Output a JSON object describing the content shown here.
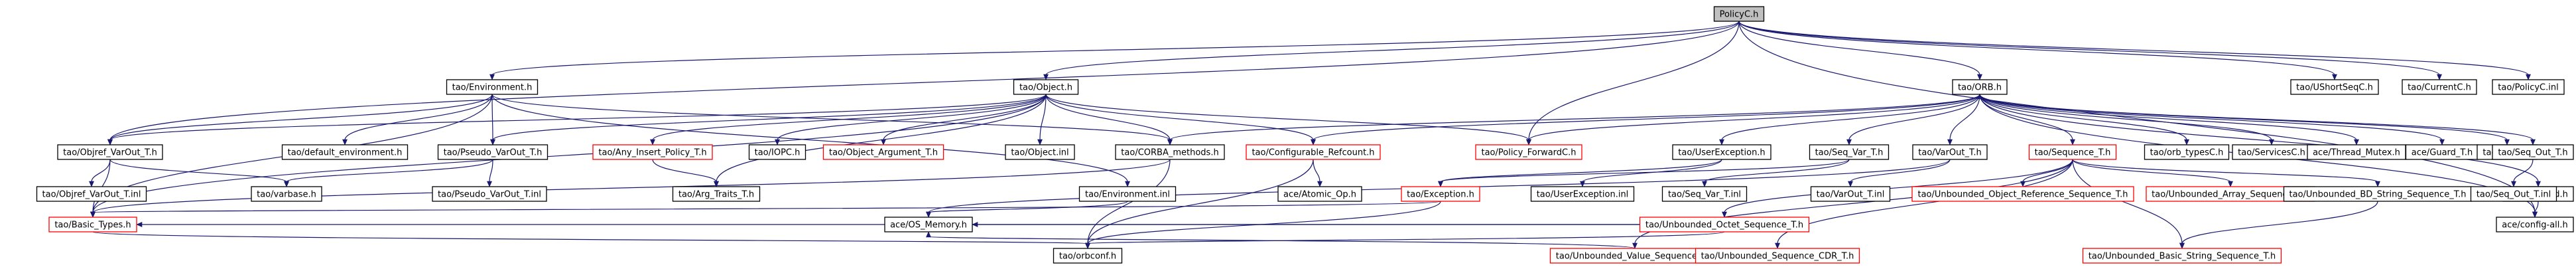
{
  "graph": {
    "colors": {
      "edge": "#191970",
      "root_fill": "#bfbfbf",
      "root_stroke": "#000000",
      "normal_stroke": "#000000",
      "highlight_stroke": "#ff0000",
      "node_fill": "#ffffff"
    },
    "nodes": [
      {
        "id": "PolicyC.h",
        "label": "PolicyC.h",
        "kind": "root"
      },
      {
        "id": "Environment.h",
        "label": "tao/Environment.h",
        "kind": "normal"
      },
      {
        "id": "Object.h",
        "label": "tao/Object.h",
        "kind": "normal"
      },
      {
        "id": "ORB.h",
        "label": "tao/ORB.h",
        "kind": "normal"
      },
      {
        "id": "UShortSeqC.h",
        "label": "tao/UShortSeqC.h",
        "kind": "normal"
      },
      {
        "id": "CurrentC.h",
        "label": "tao/CurrentC.h",
        "kind": "normal"
      },
      {
        "id": "PolicyC.inl",
        "label": "tao/PolicyC.inl",
        "kind": "normal"
      },
      {
        "id": "Objref_VarOut_T.h",
        "label": "tao/Objref_VarOut_T.h",
        "kind": "normal"
      },
      {
        "id": "default_environment.h",
        "label": "tao/default_environment.h",
        "kind": "normal"
      },
      {
        "id": "Pseudo_VarOut_T.h",
        "label": "tao/Pseudo_VarOut_T.h",
        "kind": "normal"
      },
      {
        "id": "Any_Insert_Policy_T.h",
        "label": "tao/Any_Insert_Policy_T.h",
        "kind": "highlight"
      },
      {
        "id": "IOPC.h",
        "label": "tao/IOPC.h",
        "kind": "normal"
      },
      {
        "id": "Object_Argument_T.h",
        "label": "tao/Object_Argument_T.h",
        "kind": "highlight"
      },
      {
        "id": "Object.inl",
        "label": "tao/Object.inl",
        "kind": "normal"
      },
      {
        "id": "CORBA_methods.h",
        "label": "tao/CORBA_methods.h",
        "kind": "normal"
      },
      {
        "id": "Configurable_Refcount.h",
        "label": "tao/Configurable_Refcount.h",
        "kind": "highlight"
      },
      {
        "id": "Policy_ForwardC.h",
        "label": "tao/Policy_ForwardC.h",
        "kind": "highlight"
      },
      {
        "id": "UserException.h",
        "label": "tao/UserException.h",
        "kind": "normal"
      },
      {
        "id": "Seq_Var_T.h",
        "label": "tao/Seq_Var_T.h",
        "kind": "normal"
      },
      {
        "id": "VarOut_T.h",
        "label": "tao/VarOut_T.h",
        "kind": "normal"
      },
      {
        "id": "Sequence_T.h",
        "label": "tao/Sequence_T.h",
        "kind": "highlight"
      },
      {
        "id": "orb_typesC.h",
        "label": "tao/orb_typesC.h",
        "kind": "normal"
      },
      {
        "id": "ServicesC.h",
        "label": "tao/ServicesC.h",
        "kind": "normal"
      },
      {
        "id": "Thread_Mutex.h",
        "label": "ace/Thread_Mutex.h",
        "kind": "normal"
      },
      {
        "id": "Guard_T.h",
        "label": "ace/Guard_T.h",
        "kind": "normal"
      },
      {
        "id": "ORB.inl",
        "label": "tao/ORB.inl",
        "kind": "normal"
      },
      {
        "id": "Seq_Out_T.h",
        "label": "tao/Seq_Out_T.h",
        "kind": "normal"
      },
      {
        "id": "objectid.h",
        "label": "tao/objectid.h",
        "kind": "normal"
      },
      {
        "id": "config-all.h",
        "label": "ace/config-all.h",
        "kind": "normal"
      },
      {
        "id": "Objref_VarOut_T.inl",
        "label": "tao/Objref_VarOut_T.inl",
        "kind": "normal"
      },
      {
        "id": "varbase.h",
        "label": "tao/varbase.h",
        "kind": "normal"
      },
      {
        "id": "Pseudo_VarOut_T.inl",
        "label": "tao/Pseudo_VarOut_T.inl",
        "kind": "normal"
      },
      {
        "id": "Arg_Traits_T.h",
        "label": "tao/Arg_Traits_T.h",
        "kind": "normal"
      },
      {
        "id": "Environment.inl",
        "label": "tao/Environment.inl",
        "kind": "normal"
      },
      {
        "id": "Atomic_Op.h",
        "label": "ace/Atomic_Op.h",
        "kind": "normal"
      },
      {
        "id": "Exception.h",
        "label": "tao/Exception.h",
        "kind": "highlight"
      },
      {
        "id": "UserException.inl",
        "label": "tao/UserException.inl",
        "kind": "normal"
      },
      {
        "id": "Seq_Var_T.inl",
        "label": "tao/Seq_Var_T.inl",
        "kind": "normal"
      },
      {
        "id": "VarOut_T.inl",
        "label": "tao/VarOut_T.inl",
        "kind": "normal"
      },
      {
        "id": "Unbounded_Object_Reference_Sequence_T.h",
        "label": "tao/Unbounded_Object_Reference_Sequence_T.h",
        "kind": "highlight"
      },
      {
        "id": "Unbounded_Array_Sequence_T.h",
        "label": "tao/Unbounded_Array_Sequence_T.h",
        "kind": "highlight"
      },
      {
        "id": "Unbounded_BD_String_Sequence_T.h",
        "label": "tao/Unbounded_BD_String_Sequence_T.h",
        "kind": "normal"
      },
      {
        "id": "Seq_Out_T.inl",
        "label": "tao/Seq_Out_T.inl",
        "kind": "normal"
      },
      {
        "id": "Unbounded_Octet_Sequence_T.h",
        "label": "tao/Unbounded_Octet_Sequence_T.h",
        "kind": "highlight"
      },
      {
        "id": "Basic_Types.h",
        "label": "tao/Basic_Types.h",
        "kind": "highlight"
      },
      {
        "id": "OS_Memory.h",
        "label": "ace/OS_Memory.h",
        "kind": "normal"
      },
      {
        "id": "Unbounded_Value_Sequence_T.h",
        "label": "tao/Unbounded_Value_Sequence_T.h",
        "kind": "highlight"
      },
      {
        "id": "Unbounded_Sequence_CDR_T.h",
        "label": "tao/Unbounded_Sequence_CDR_T.h",
        "kind": "highlight"
      },
      {
        "id": "Unbounded_Basic_String_Sequence_T.h",
        "label": "tao/Unbounded_Basic_String_Sequence_T.h",
        "kind": "highlight"
      },
      {
        "id": "orbconf.h",
        "label": "tao/orbconf.h",
        "kind": "normal"
      }
    ],
    "edges": [
      [
        "PolicyC.h",
        "Environment.h"
      ],
      [
        "PolicyC.h",
        "Object.h"
      ],
      [
        "PolicyC.h",
        "ORB.h"
      ],
      [
        "PolicyC.h",
        "UShortSeqC.h"
      ],
      [
        "PolicyC.h",
        "CurrentC.h"
      ],
      [
        "PolicyC.h",
        "PolicyC.inl"
      ],
      [
        "PolicyC.h",
        "Objref_VarOut_T.h"
      ],
      [
        "PolicyC.h",
        "Policy_ForwardC.h"
      ],
      [
        "PolicyC.h",
        "config-all.h"
      ],
      [
        "Environment.h",
        "Pseudo_VarOut_T.h"
      ],
      [
        "Environment.h",
        "default_environment.h"
      ],
      [
        "Environment.h",
        "CORBA_methods.h"
      ],
      [
        "Environment.h",
        "Environment.inl"
      ],
      [
        "Environment.h",
        "Basic_Types.h"
      ],
      [
        "Environment.h",
        "Objref_VarOut_T.h"
      ],
      [
        "Object.h",
        "IOPC.h"
      ],
      [
        "Object.h",
        "Any_Insert_Policy_T.h"
      ],
      [
        "Object.h",
        "Object_Argument_T.h"
      ],
      [
        "Object.h",
        "Object.inl"
      ],
      [
        "Object.h",
        "CORBA_methods.h"
      ],
      [
        "Object.h",
        "Configurable_Refcount.h"
      ],
      [
        "Object.h",
        "Policy_ForwardC.h"
      ],
      [
        "Object.h",
        "Pseudo_VarOut_T.h"
      ],
      [
        "Object.h",
        "Objref_VarOut_T.h"
      ],
      [
        "Object.h",
        "Arg_Traits_T.h"
      ],
      [
        "Object.h",
        "Basic_Types.h"
      ],
      [
        "ORB.h",
        "UserException.h"
      ],
      [
        "ORB.h",
        "Seq_Var_T.h"
      ],
      [
        "ORB.h",
        "VarOut_T.h"
      ],
      [
        "ORB.h",
        "Sequence_T.h"
      ],
      [
        "ORB.h",
        "orb_typesC.h"
      ],
      [
        "ORB.h",
        "ServicesC.h"
      ],
      [
        "ORB.h",
        "Thread_Mutex.h"
      ],
      [
        "ORB.h",
        "Guard_T.h"
      ],
      [
        "ORB.h",
        "ORB.inl"
      ],
      [
        "ORB.h",
        "Seq_Out_T.h"
      ],
      [
        "ORB.h",
        "objectid.h"
      ],
      [
        "ORB.h",
        "CORBA_methods.h"
      ],
      [
        "ORB.h",
        "Configurable_Refcount.h"
      ],
      [
        "ORB.h",
        "Policy_ForwardC.h"
      ],
      [
        "ORB.h",
        "config-all.h"
      ],
      [
        "Objref_VarOut_T.h",
        "Objref_VarOut_T.inl"
      ],
      [
        "Objref_VarOut_T.h",
        "varbase.h"
      ],
      [
        "Objref_VarOut_T.h",
        "Basic_Types.h"
      ],
      [
        "Pseudo_VarOut_T.h",
        "Pseudo_VarOut_T.inl"
      ],
      [
        "Pseudo_VarOut_T.h",
        "varbase.h"
      ],
      [
        "Any_Insert_Policy_T.h",
        "Arg_Traits_T.h"
      ],
      [
        "CORBA_methods.h",
        "Basic_Types.h"
      ],
      [
        "CORBA_methods.h",
        "orbconf.h"
      ],
      [
        "Configurable_Refcount.h",
        "Atomic_Op.h"
      ],
      [
        "Configurable_Refcount.h",
        "orbconf.h"
      ],
      [
        "UserException.h",
        "Exception.h"
      ],
      [
        "UserException.h",
        "UserException.inl"
      ],
      [
        "Seq_Var_T.h",
        "Seq_Var_T.inl"
      ],
      [
        "Seq_Var_T.h",
        "Exception.h"
      ],
      [
        "VarOut_T.h",
        "VarOut_T.inl"
      ],
      [
        "VarOut_T.h",
        "OS_Memory.h"
      ],
      [
        "Sequence_T.h",
        "Unbounded_Object_Reference_Sequence_T.h"
      ],
      [
        "Sequence_T.h",
        "Unbounded_Array_Sequence_T.h"
      ],
      [
        "Sequence_T.h",
        "Unbounded_BD_String_Sequence_T.h"
      ],
      [
        "Sequence_T.h",
        "Unbounded_Octet_Sequence_T.h"
      ],
      [
        "Sequence_T.h",
        "Unbounded_Value_Sequence_T.h"
      ],
      [
        "Sequence_T.h",
        "Unbounded_Sequence_CDR_T.h"
      ],
      [
        "Sequence_T.h",
        "Unbounded_Basic_String_Sequence_T.h"
      ],
      [
        "Seq_Out_T.h",
        "Seq_Out_T.inl"
      ],
      [
        "objectid.h",
        "config-all.h"
      ],
      [
        "Exception.h",
        "Basic_Types.h"
      ],
      [
        "Exception.h",
        "orbconf.h"
      ],
      [
        "Unbounded_Octet_Sequence_T.h",
        "Basic_Types.h"
      ],
      [
        "Unbounded_Octet_Sequence_T.h",
        "OS_Memory.h"
      ],
      [
        "Unbounded_Octet_Sequence_T.h",
        "orbconf.h"
      ],
      [
        "Unbounded_BD_String_Sequence_T.h",
        "Unbounded_Basic_String_Sequence_T.h"
      ],
      [
        "Unbounded_Value_Sequence_T.h",
        "OS_Memory.h"
      ],
      [
        "Basic_Types.h",
        "orbconf.h"
      ],
      [
        "Environment.inl",
        "OS_Memory.h"
      ]
    ]
  }
}
